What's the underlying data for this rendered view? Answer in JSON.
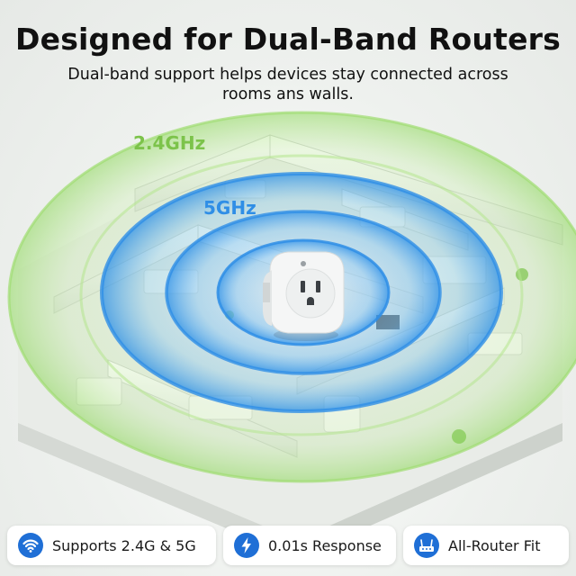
{
  "header": {
    "title": "Designed for Dual-Band Routers",
    "subtitle": "Dual-band support helps devices stay connected across rooms ans walls."
  },
  "bands": {
    "outer_label": "2.4GHz",
    "inner_label": "5GHz"
  },
  "features": [
    {
      "label": "Supports 2.4G & 5G",
      "icon": "wifi-icon"
    },
    {
      "label": "0.01s Response",
      "icon": "lightning-icon"
    },
    {
      "label": "All-Router Fit",
      "icon": "router-icon"
    }
  ],
  "colors": {
    "band_24": "#7cc34a",
    "band_5": "#2f8ee6",
    "icon_blue": "#1f6fd6"
  }
}
